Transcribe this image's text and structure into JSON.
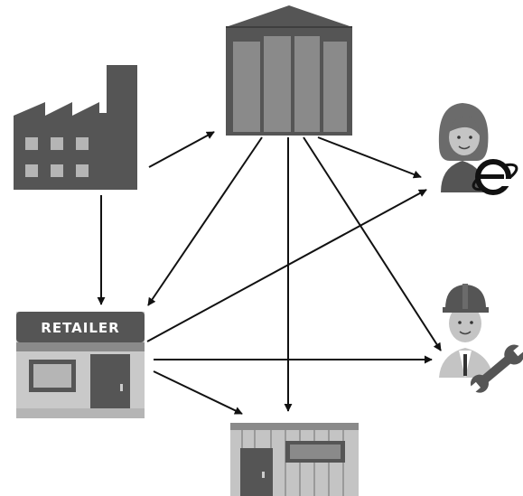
{
  "nodes": {
    "factory": {
      "icon": "factory-icon"
    },
    "warehouse": {
      "icon": "warehouse-icon"
    },
    "retailer": {
      "icon": "retailer-store-icon",
      "sign": "RETAILER"
    },
    "online_customer": {
      "icon": "woman-with-browser-icon"
    },
    "service_technician": {
      "icon": "worker-with-wrench-icon"
    },
    "local_shop": {
      "icon": "shop-icon"
    }
  },
  "edges": [
    {
      "from": "factory",
      "to": "warehouse"
    },
    {
      "from": "factory",
      "to": "retailer"
    },
    {
      "from": "warehouse",
      "to": "retailer"
    },
    {
      "from": "warehouse",
      "to": "online_customer"
    },
    {
      "from": "warehouse",
      "to": "local_shop"
    },
    {
      "from": "warehouse",
      "to": "service_technician"
    },
    {
      "from": "retailer",
      "to": "online_customer"
    },
    {
      "from": "retailer",
      "to": "service_technician"
    },
    {
      "from": "retailer",
      "to": "local_shop"
    }
  ],
  "colors": {
    "dark": "#555555",
    "mid": "#8a8a8a",
    "light": "#c4c4c4",
    "window": "#b5b5b5",
    "arrow": "#111111"
  }
}
